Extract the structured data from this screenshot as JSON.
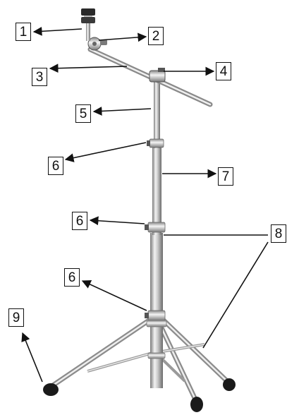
{
  "labels": {
    "l1": "1",
    "l2": "2",
    "l3": "3",
    "l4": "4",
    "l5": "5",
    "l6a": "6",
    "l7": "7",
    "l6b": "6",
    "l8": "8",
    "l6c": "6",
    "l9": "9"
  },
  "colors": {
    "chrome_light": "#e6e6e6",
    "chrome_mid": "#b8b8b8",
    "chrome_dark": "#6e6e6e",
    "rubber_foot": "#1a1a1a",
    "cymbal_felt": "#2a2a2a",
    "label_ink": "#111111"
  }
}
